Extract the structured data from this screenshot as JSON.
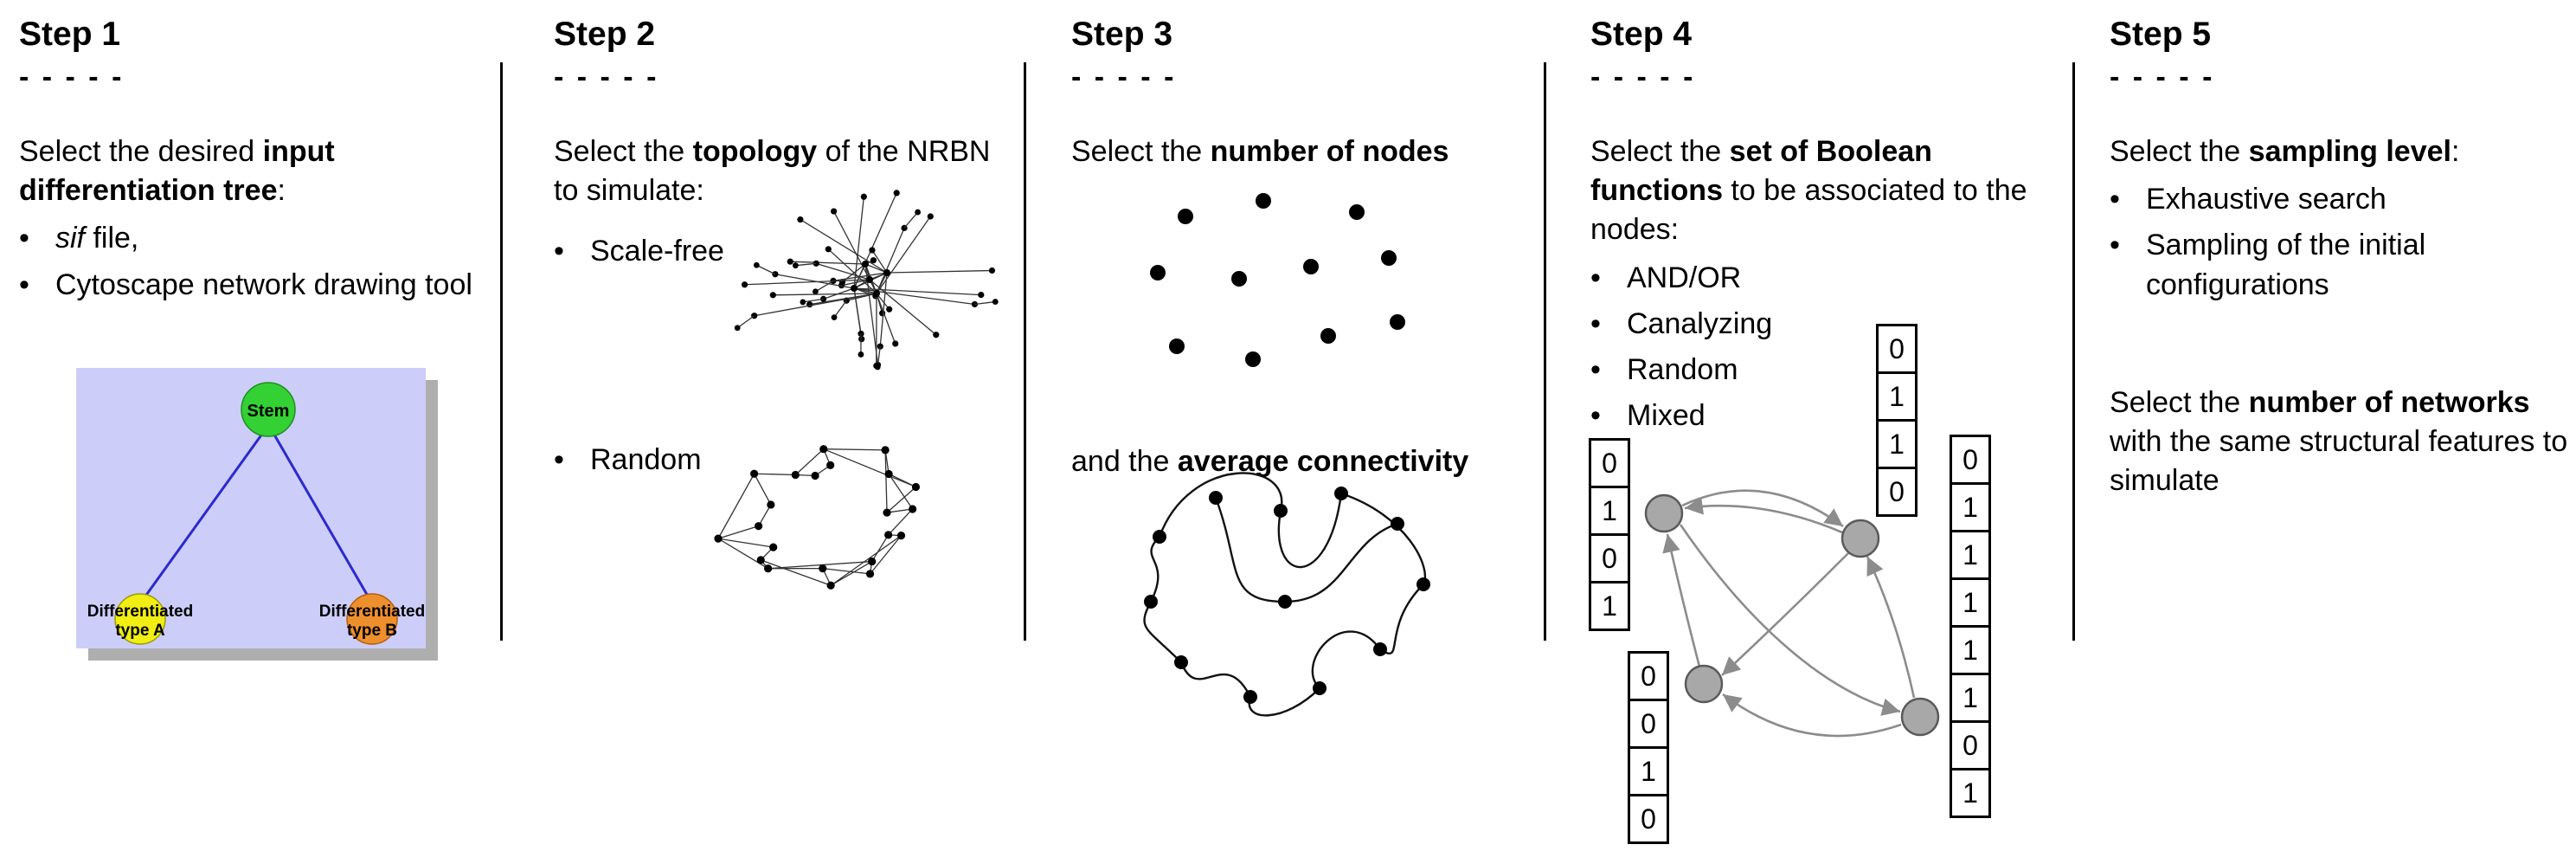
{
  "ui": {
    "bullet_char": "•",
    "dash_row": "- - - - -"
  },
  "colors": {
    "tree_bg": "#cdcdfa",
    "tree_shadow": "#9a9a9a",
    "stem_green": "#33d133",
    "type_a_yellow": "#f0ee12",
    "type_b_orange": "#ee8f2e",
    "tree_edge_blue": "#2a2acc",
    "bool_node_gray": "#a8a8a8",
    "arrow_gray": "#8c8c8c",
    "net_black": "#111111"
  },
  "steps": [
    {
      "title": "Step 1",
      "intro": {
        "pre": "Select the desired ",
        "bold": "input differentiation tree",
        "post": ":"
      },
      "bullets": [
        {
          "italic": "sif",
          "text": " file,"
        },
        {
          "italic": "",
          "text": "Cytoscape network drawing tool"
        }
      ],
      "tree": {
        "root": "Stem",
        "child_a_line1": "Differentiated",
        "child_a_line2": "type A",
        "child_b_line1": "Differentiated",
        "child_b_line2": "type B"
      }
    },
    {
      "title": "Step 2",
      "intro": {
        "pre": "Select the ",
        "bold": "topology",
        "post": " of the NRBN to simulate:"
      },
      "bullets": [
        "Scale-free",
        "Random"
      ]
    },
    {
      "title": "Step 3",
      "line1": {
        "pre": "Select the ",
        "bold": "number of nodes",
        "post": ""
      },
      "line2": {
        "pre": "and the ",
        "bold": "average connectivity",
        "post": ""
      }
    },
    {
      "title": "Step 4",
      "intro": {
        "pre": "Select the ",
        "bold": "set of Boolean functions",
        "post": " to be associated to the nodes:"
      },
      "bullets": [
        "AND/OR",
        "Canalyzing",
        "Random",
        "Mixed"
      ],
      "truth_tables": {
        "left": [
          "0",
          "1",
          "0",
          "1"
        ],
        "top": [
          "0",
          "1",
          "1",
          "0"
        ],
        "right": [
          "0",
          "1",
          "1",
          "1",
          "1",
          "1",
          "0",
          "1"
        ],
        "bottom": [
          "0",
          "0",
          "1",
          "0"
        ]
      }
    },
    {
      "title": "Step 5",
      "intro": {
        "pre": "Select the ",
        "bold": "sampling level",
        "post": ":"
      },
      "bullets": [
        "Exhaustive search",
        "Sampling of the initial configurations"
      ],
      "para2": {
        "pre": "Select the ",
        "bold": "number of networks",
        "post": " with the same structural features to simulate"
      }
    }
  ]
}
